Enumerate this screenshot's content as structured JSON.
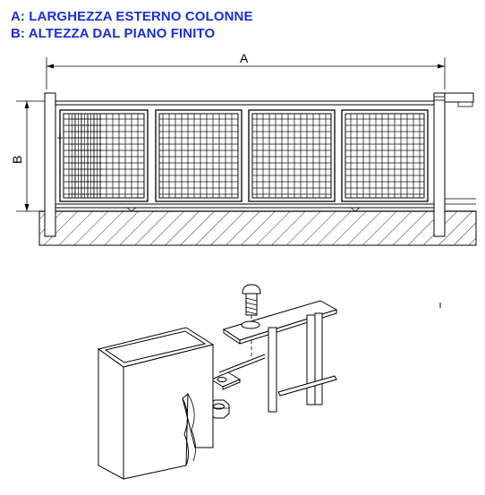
{
  "legend": {
    "line_a": "A: LARGHEZZA ESTERNO COLONNE",
    "line_b": "B: ALTEZZA DAL PIANO FINITO"
  },
  "dimensions": {
    "width_label": "A",
    "height_label": "B"
  },
  "gate": {
    "panel_count": 4
  },
  "colors": {
    "legend_text": "#1a2fd6",
    "line": "#000000"
  }
}
